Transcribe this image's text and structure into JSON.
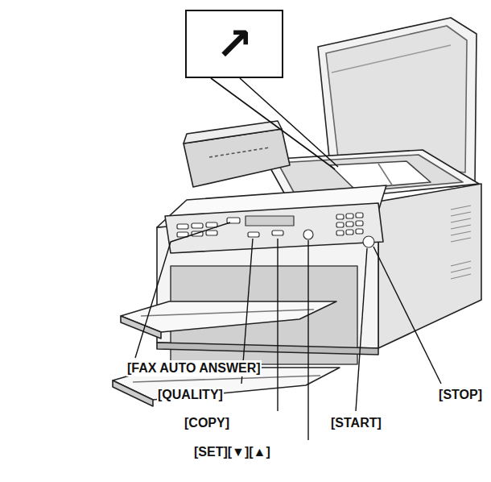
{
  "diagram": {
    "nodes": [
      {
        "text": [
          "↗"
        ]
      }
    ],
    "labels": [
      "[FAX AUTO ANSWER]",
      "[QUALITY]",
      "[COPY]",
      "[START]",
      "[STOP]",
      "[SET][▼][▲]"
    ]
  }
}
